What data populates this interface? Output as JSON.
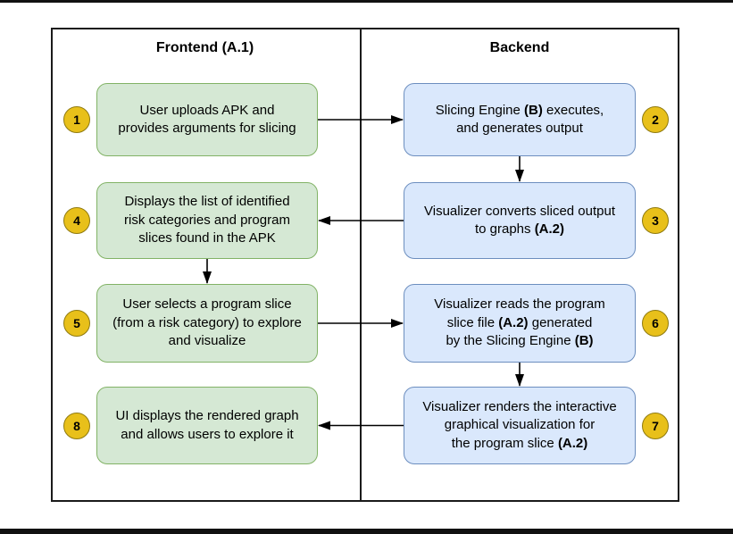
{
  "diagram": {
    "columns": [
      {
        "id": "frontend",
        "label": "Frontend (A.1)"
      },
      {
        "id": "backend",
        "label": "Backend"
      }
    ],
    "steps": [
      {
        "number": "1",
        "column": "frontend",
        "lines": [
          [
            {
              "text": "User uploads APK and"
            }
          ],
          [
            {
              "text": "provides arguments for slicing"
            }
          ]
        ]
      },
      {
        "number": "2",
        "column": "backend",
        "lines": [
          [
            {
              "text": "Slicing Engine "
            },
            {
              "text": "(B)",
              "bold": true
            },
            {
              "text": " executes,"
            }
          ],
          [
            {
              "text": "and generates output"
            }
          ]
        ]
      },
      {
        "number": "3",
        "column": "backend",
        "lines": [
          [
            {
              "text": "Visualizer converts sliced output"
            }
          ],
          [
            {
              "text": "to graphs "
            },
            {
              "text": "(A.2)",
              "bold": true
            }
          ]
        ]
      },
      {
        "number": "4",
        "column": "frontend",
        "lines": [
          [
            {
              "text": "Displays the list of identified"
            }
          ],
          [
            {
              "text": "risk categories and program"
            }
          ],
          [
            {
              "text": "slices found in the APK"
            }
          ]
        ]
      },
      {
        "number": "5",
        "column": "frontend",
        "lines": [
          [
            {
              "text": "User selects a program slice"
            }
          ],
          [
            {
              "text": "(from a risk category) to explore"
            }
          ],
          [
            {
              "text": "and visualize"
            }
          ]
        ]
      },
      {
        "number": "6",
        "column": "backend",
        "lines": [
          [
            {
              "text": "Visualizer reads the program"
            }
          ],
          [
            {
              "text": "slice file "
            },
            {
              "text": "(A.2)",
              "bold": true
            },
            {
              "text": " generated"
            }
          ],
          [
            {
              "text": "by the Slicing Engine "
            },
            {
              "text": "(B)",
              "bold": true
            }
          ]
        ]
      },
      {
        "number": "7",
        "column": "backend",
        "lines": [
          [
            {
              "text": "Visualizer renders the interactive"
            }
          ],
          [
            {
              "text": "graphical visualization for"
            }
          ],
          [
            {
              "text": "the program slice "
            },
            {
              "text": "(A.2)",
              "bold": true
            }
          ]
        ]
      },
      {
        "number": "8",
        "column": "frontend",
        "lines": [
          [
            {
              "text": "UI displays the rendered graph"
            }
          ],
          [
            {
              "text": "and allows users to explore it"
            }
          ]
        ]
      }
    ],
    "connections": [
      {
        "from": "1",
        "to": "2"
      },
      {
        "from": "2",
        "to": "3"
      },
      {
        "from": "3",
        "to": "4"
      },
      {
        "from": "4",
        "to": "5"
      },
      {
        "from": "5",
        "to": "6"
      },
      {
        "from": "6",
        "to": "7"
      },
      {
        "from": "7",
        "to": "8"
      }
    ],
    "colors": {
      "frontend_fill": "#d5e8d4",
      "frontend_border": "#82b366",
      "backend_fill": "#dae8fc",
      "backend_border": "#6c8ebf",
      "badge_fill": "#e8c01a",
      "badge_border": "#8f7a10",
      "line": "#000000",
      "frame": "#111111"
    }
  }
}
